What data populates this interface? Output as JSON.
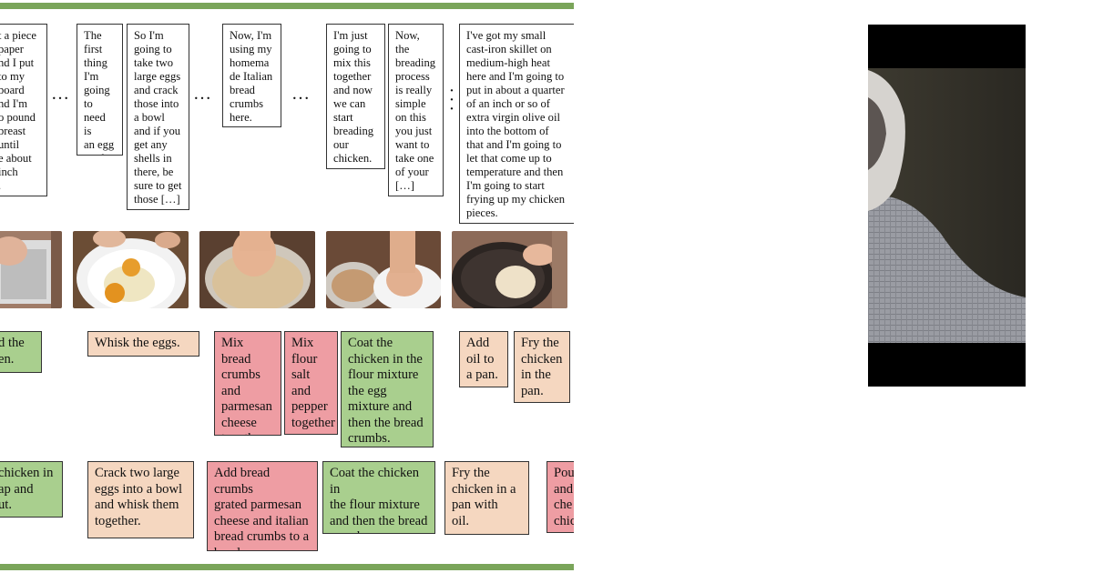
{
  "transcript": [
    "t a piece\npaper\nnd I put\nto my\nboard\nnd I'm\no pound\nbreast\nuntil\ne about\ninch\n.",
    "The\nfirst\nthing\nI'm\ngoing\nto\nneed is\nan egg\nwash.",
    "So I'm\ngoing to\ntake two\nlarge eggs\nand crack\nthose into\na bowl\nand if you\nget any\nshells in\nthere, be\nsure to get\nthose […]",
    "Now, I'm\nusing my\nhomema\nde Italian\nbread\ncrumbs\nhere.",
    "I'm just\ngoing to\nmix this\ntogether\nand now\nwe can\nstart\nbreading\nour\nchicken.",
    "Now,\nthe\nbreading\nprocess\nis really\nsimple\non this\nyou just\nwant to\ntake one\nof your\n[…]",
    "I've got my small\ncast-iron skillet on\nmedium-high heat\nhere and I'm going to\nput in about a quarter\nof an inch or so of\nextra virgin olive oil\ninto the bottom of\nthat and I'm going to\nlet that come up to\ntemperature and then\nI'm going to start\nfrying up my chicken\npieces."
  ],
  "ellipsis": "…",
  "steps_row1": [
    "d the\nen.",
    "Whisk the eggs.",
    "Mix bread\ncrumbs\nand\nparmesan\ncheese\ntogether.",
    "Mix\nflour\nsalt and\npepper\ntogether\n.",
    "Coat the\nchicken in the\nflour mixture\nthe egg\nmixture and\nthen the bread\ncrumbs.",
    "Add\noil to\na pan.",
    "Fry the\nchicken\nin the\npan."
  ],
  "steps_row2": [
    "chicken in\nap and\nut.",
    "Crack two large\neggs into a bowl\nand whisk them\ntogether.",
    "Add bread crumbs\ngrated parmesan\ncheese and italian\nbread crumbs to a\nbowl.",
    "Coat the chicken in\nthe flour mixture\nand then the bread\ncrumbs.",
    "Fry the\nchicken in a\npan with\noil.",
    "Pou\nand\nche\nchic"
  ],
  "colors": {
    "green": "#a9cf8e",
    "peach": "#f5d7c0",
    "pink": "#ee9da3",
    "bar": "#7aa55a"
  }
}
